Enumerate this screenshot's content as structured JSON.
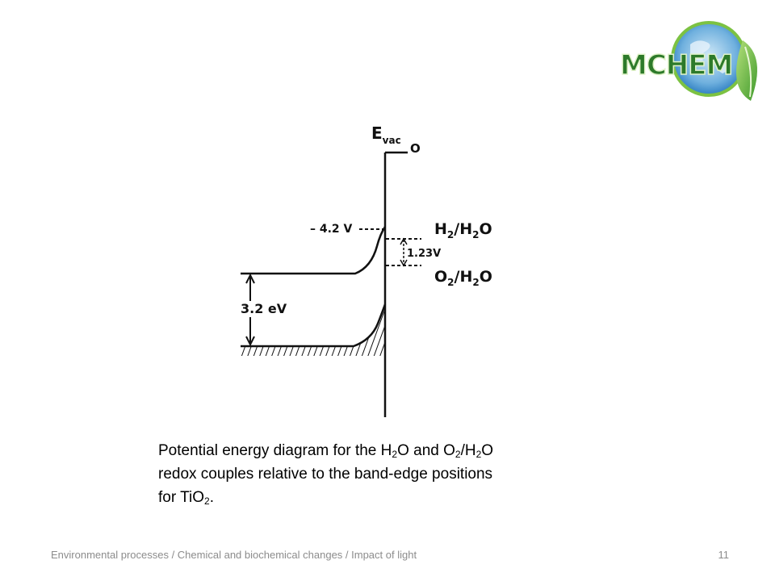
{
  "logo": {
    "text": "MCHEM"
  },
  "diagram": {
    "evac_label": "E",
    "evac_sub": "vac",
    "zero_label": "O",
    "level_label": "– 4.2 V",
    "couple_top": {
      "a": "H",
      "a_sub": "2",
      "b": "/H",
      "b_sub": "2",
      "c": "O"
    },
    "couple_bottom": {
      "a": "O",
      "a_sub": "2",
      "b": "/H",
      "b_sub": "2",
      "c": "O"
    },
    "gap_redox": "1.23V",
    "band_gap": "3.2 eV"
  },
  "caption": {
    "l1a": "Potential energy diagram for the H",
    "s1": "2",
    "l1b": "O and O",
    "s2": "2",
    "l1c": "/H",
    "s3": "2",
    "l1d": "O",
    "l2": "redox couples relative to the band-edge positions",
    "l3a": "for TiO",
    "s4": "2",
    "l3b": "."
  },
  "footer": {
    "path": "Environmental processes / Chemical and biochemical changes / Impact of light",
    "page": "11"
  },
  "colors": {
    "footer": "#8c8c8c",
    "logo_green": "#7cc242",
    "logo_blue": "#2f7fc1"
  }
}
